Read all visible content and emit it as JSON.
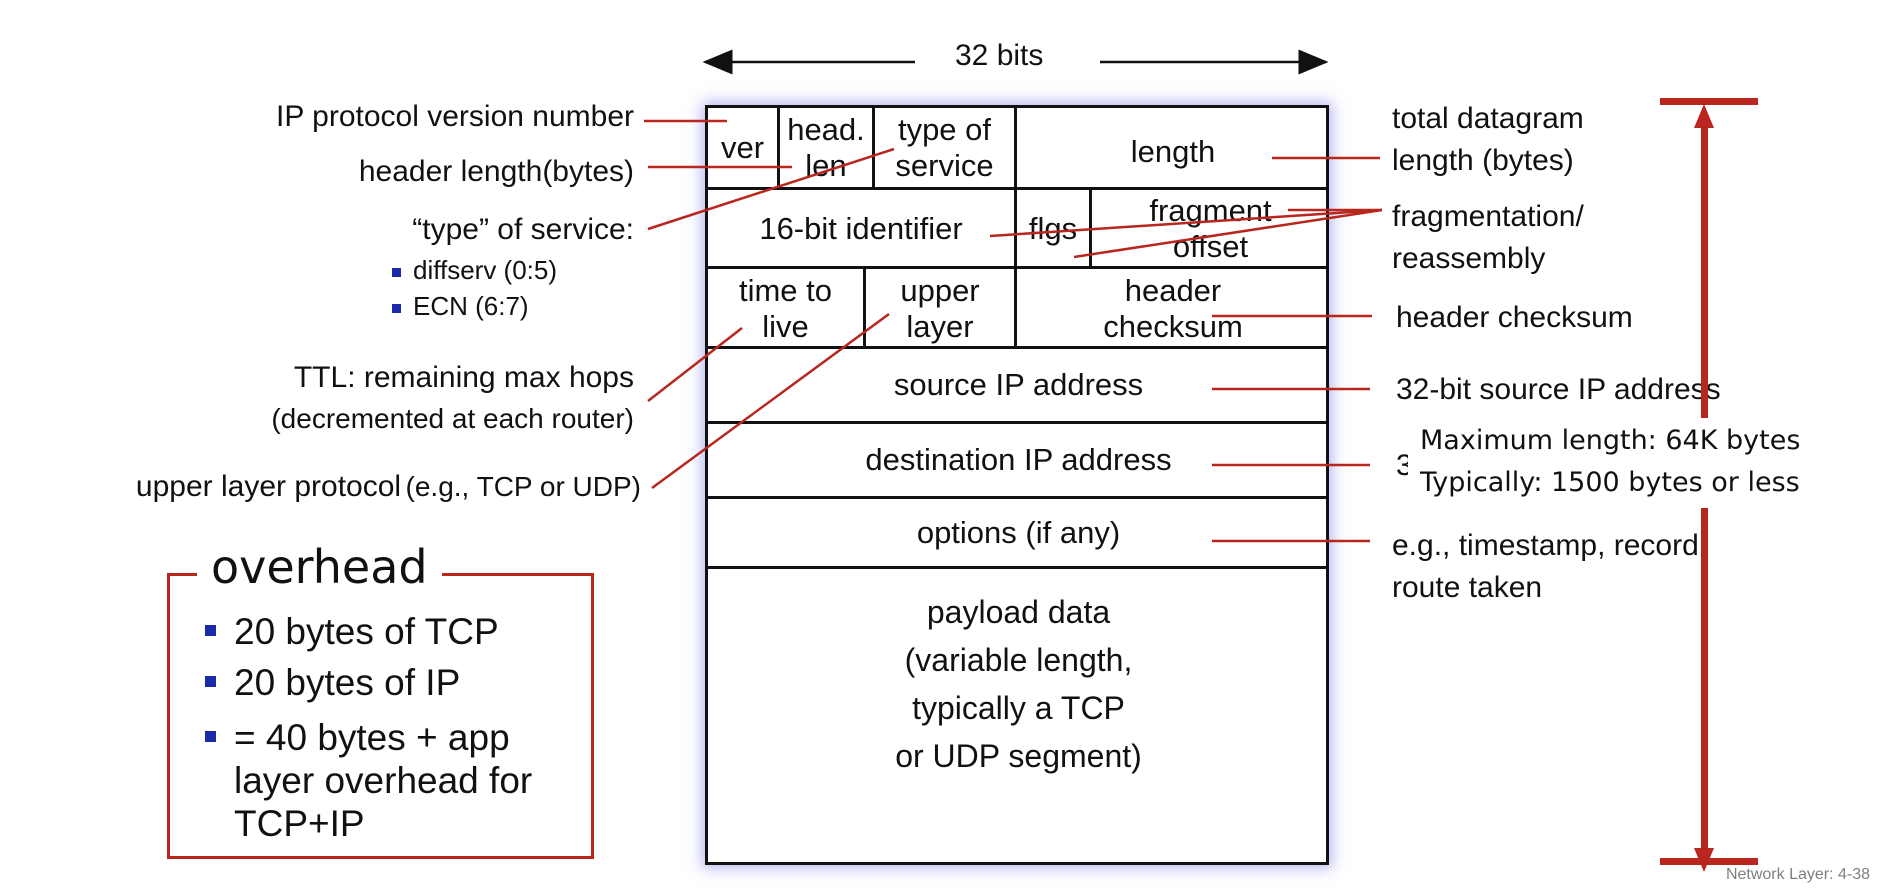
{
  "width_label": "32 bits",
  "fields": {
    "ver": "ver",
    "head_len": "head.\nlen",
    "type_of_service": "type of\nservice",
    "length": "length",
    "identifier": "16-bit identifier",
    "flags": "flgs",
    "fragment_offset": "fragment\noffset",
    "ttl": "time to\nlive",
    "upper_layer": "upper\nlayer",
    "header_checksum": "header\nchecksum",
    "source": "source IP address",
    "destination": "destination IP address",
    "options": "options (if any)",
    "payload": "payload data\n(variable length,\ntypically a TCP\nor UDP segment)"
  },
  "left_labels": {
    "version": "IP protocol version number",
    "header_length": "header length(bytes)",
    "tos_title": "“type” of service:",
    "tos_items": [
      "diffserv (0:5)",
      "ECN (6:7)"
    ],
    "ttl_line1": "TTL: remaining  max hops",
    "ttl_line2": "(decremented at each router)",
    "upper_main": "upper layer protocol",
    "upper_example": "(e.g., TCP or UDP)"
  },
  "right_labels": {
    "total_length": "total datagram\nlength (bytes)",
    "fragmentation": "fragmentation/\nreassembly",
    "checksum": "header checksum",
    "source": "32-bit source IP address",
    "dest_partial": "3",
    "max_length": "Maximum length: 64K bytes",
    "typical_length": "Typically: 1500 bytes or less",
    "options": "e.g., timestamp, record\nroute taken"
  },
  "overhead": {
    "title": "overhead",
    "items": [
      "20 bytes of TCP",
      "20 bytes of IP",
      "= 40 bytes + app\nlayer overhead for\nTCP+IP"
    ]
  },
  "footer": "Network Layer: 4-38",
  "colors": {
    "accent_red": "#b8261e",
    "bullet_blue": "#1a2aa8",
    "box_glow": "#7878e6"
  }
}
